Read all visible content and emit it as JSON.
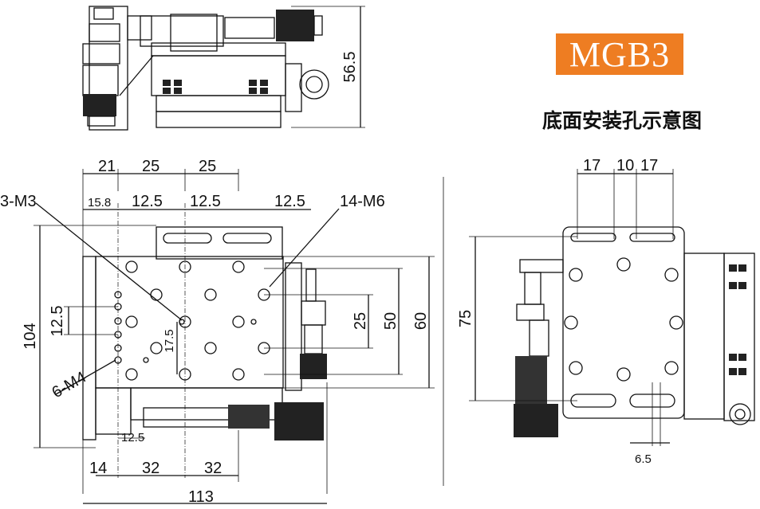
{
  "model": "MGB3",
  "caption": "底面安装孔示意图",
  "colors": {
    "badge": "#ee7d22",
    "line": "#111111"
  },
  "dims": {
    "top_height": "56.5",
    "top_row": [
      "21",
      "25",
      "25"
    ],
    "second_row": [
      "15.8",
      "12.5",
      "12.5",
      "12.5"
    ],
    "overall_height": "104",
    "left_12_5": "12.5",
    "center_17_5": "17.5",
    "right_25": "25",
    "right_50": "50",
    "right_60": "60",
    "bottom_12_5": "12.5",
    "bottom_row": [
      "14",
      "32",
      "32"
    ],
    "overall_width": "113",
    "bottom_view_top": [
      "17",
      "10",
      "17"
    ],
    "bottom_view_75": "75",
    "bottom_view_6_5": "6.5"
  },
  "labels": {
    "m3": "3-M3",
    "m6": "14-M6",
    "m4": "6-M4"
  }
}
